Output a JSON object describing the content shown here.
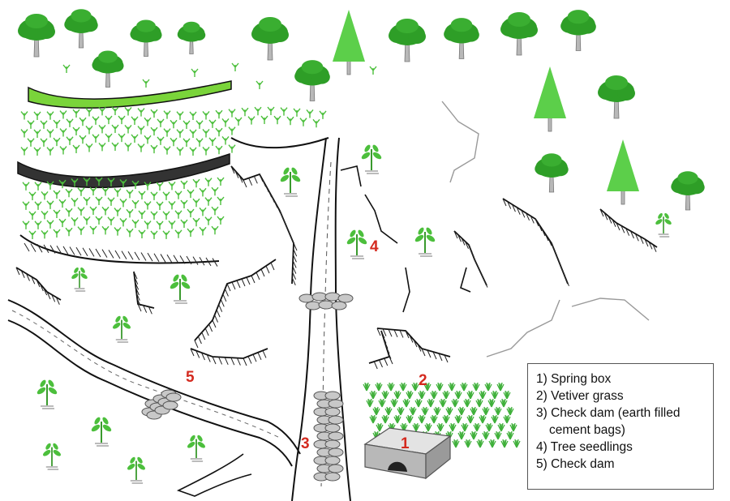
{
  "figure": {
    "markers": {
      "spring_box": "1",
      "vetiver_grass": "2",
      "check_dam_bags": "3",
      "tree_seedlings": "4",
      "check_dam": "5"
    },
    "legend": [
      {
        "text": "1) Spring box"
      },
      {
        "text": "2) Vetiver grass"
      },
      {
        "text": "3) Check dam (earth filled",
        "continuation": "cement bags)"
      },
      {
        "text": "4) Tree seedlings"
      },
      {
        "text": "5) Check dam"
      }
    ]
  },
  "colors": {
    "tree_canopy": "#2e9e27",
    "conifer": "#5ccf4a",
    "trunk": "#b8b8b8",
    "grass": "#4cbf3c",
    "terrace_band": "#7ad43a",
    "marker_red": "#d42a1f",
    "stone": "#c8c8c8"
  }
}
